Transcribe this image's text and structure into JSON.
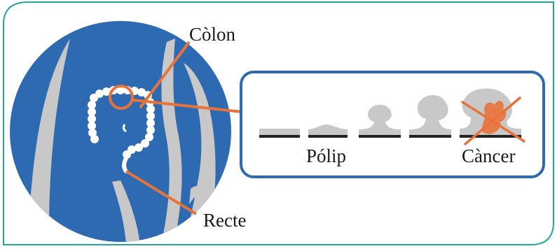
{
  "labels": {
    "colon": "Còlon",
    "rectum": "Recte",
    "polyp": "Pólip",
    "cancer": "Càncer"
  },
  "colors": {
    "frame": "#26a69a",
    "body_blue": "#2e6ab2",
    "tissue_gray": "#c8c8c8",
    "dark_tissue": "#9e9e9e",
    "accent_orange": "#e8733a",
    "panel_border": "#2e6ab2",
    "base_line": "#222222"
  },
  "icons": {
    "anatomy": "colon-anatomy-icon",
    "stages": "polyp-progression-icons",
    "cross": "cross-out-icon"
  }
}
